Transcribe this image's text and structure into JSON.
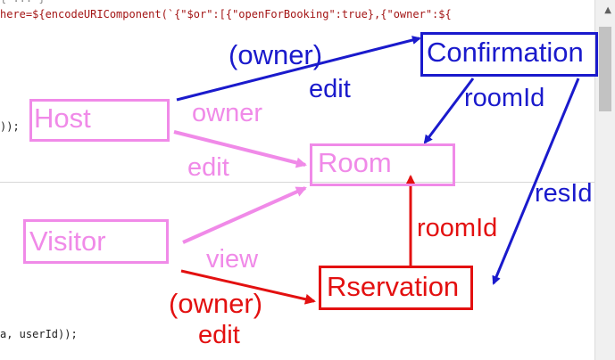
{
  "code": {
    "line_top_partial": "{ ... }",
    "line_1": "here=${encodeURIComponent(`{\"$or\":[{\"openForBooking\":true},{\"owner\":${",
    "line_2": "));",
    "line_3": "a, userId));"
  },
  "nodes": {
    "confirmation": "Confirmation",
    "host": "Host",
    "room": "Room",
    "visitor": "Visitor",
    "reservation": "Rservation"
  },
  "edges": {
    "host_confirmation_1": "(owner)",
    "host_confirmation_2": "edit",
    "confirmation_room": "roomId",
    "confirmation_reservation": "resId",
    "host_room_1": "owner",
    "host_room_2": "edit",
    "visitor_room": "view",
    "reservation_room": "roomId",
    "visitor_reservation_1": "(owner)",
    "visitor_reservation_2": "edit"
  },
  "colors": {
    "blue": "#1a1acc",
    "pink": "#f08ae8",
    "red": "#e31010"
  }
}
